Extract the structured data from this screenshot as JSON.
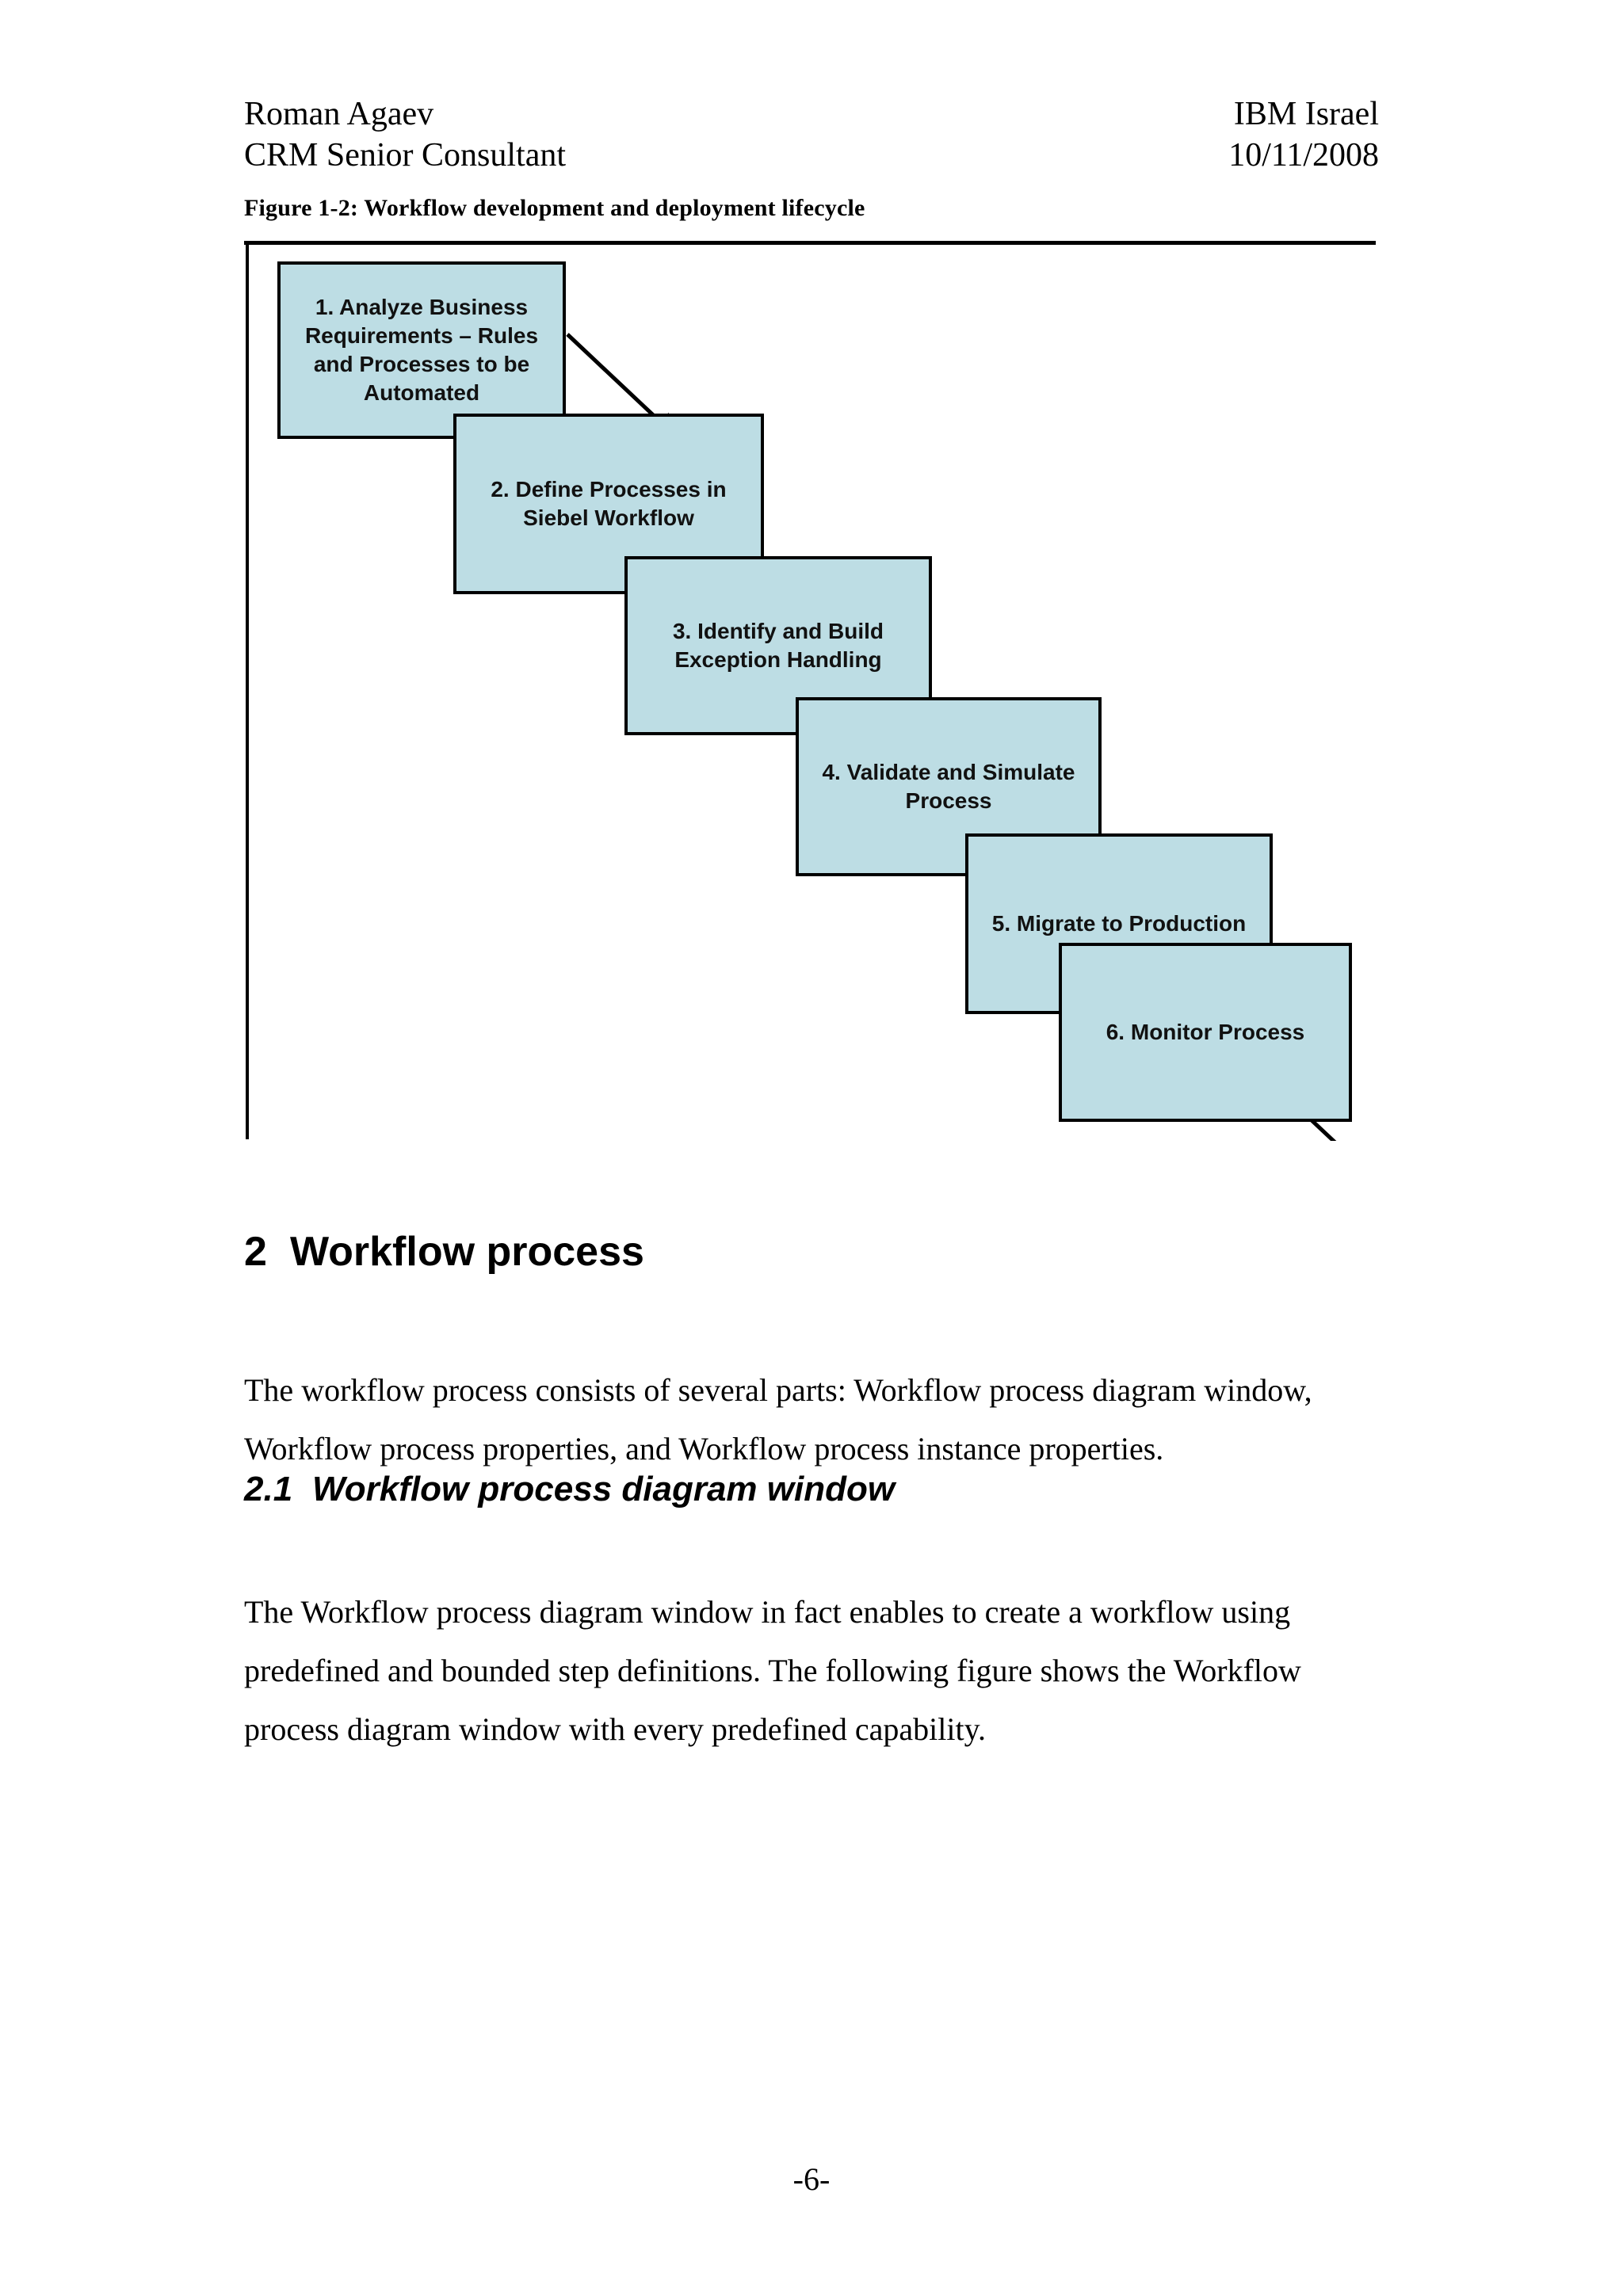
{
  "header": {
    "author": "Roman Agaev",
    "role": "CRM Senior Consultant",
    "company": "IBM Israel",
    "date": "10/11/2008"
  },
  "figure": {
    "caption": "Figure 1-2: Workflow development and deployment lifecycle",
    "box_fill_color": "#bddde4",
    "border_color": "#000000",
    "steps": [
      {
        "number": "1",
        "label": "1. Analyze Business Requirements – Rules and Processes to be Automated"
      },
      {
        "number": "2",
        "label": "2. Define Processes in Siebel Workflow"
      },
      {
        "number": "3",
        "label": "3. Identify and Build Exception Handling"
      },
      {
        "number": "4",
        "label": "4. Validate and Simulate Process"
      },
      {
        "number": "5",
        "label": "5. Migrate to Production"
      },
      {
        "number": "6",
        "label": "6. Monitor Process"
      }
    ]
  },
  "sections": {
    "chapter": {
      "number": "2",
      "title": "Workflow process",
      "paragraph": "The workflow process consists of several parts: Workflow process diagram window, Workflow process properties, and Workflow process instance properties."
    },
    "subsection": {
      "number": "2.1",
      "title": "Workflow process diagram window",
      "paragraph": "The Workflow process diagram window in fact enables to create a workflow using predefined and bounded step definitions. The following figure shows the Workflow process diagram window with every predefined capability."
    }
  },
  "footer": {
    "page_number": "-6-"
  }
}
